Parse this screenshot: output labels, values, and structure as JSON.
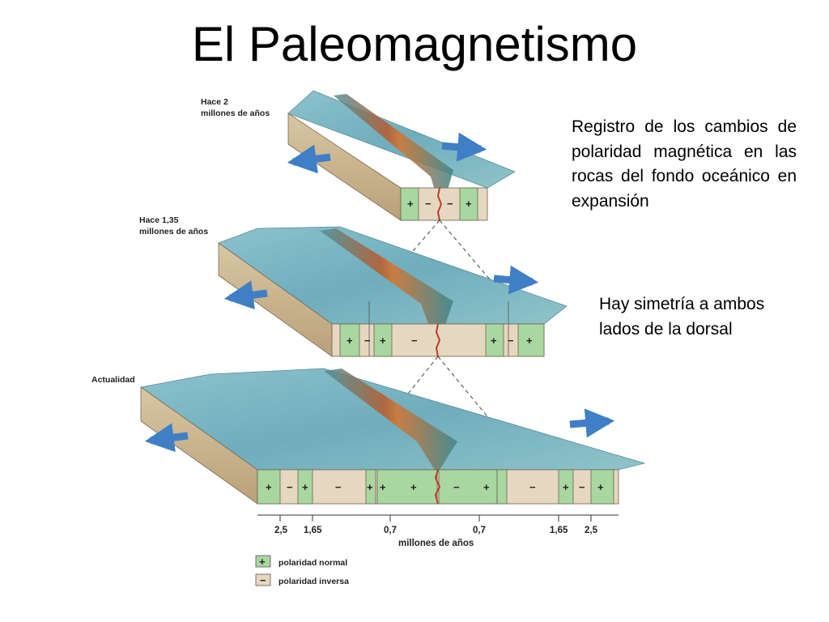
{
  "title": "El Paleomagnetismo",
  "description_1": "Registro de los cambios de polaridad magnética en las rocas del fondo oceánico en expansión",
  "description_2": "Hay simetría a ambos lados de la dorsal",
  "stages": [
    {
      "label_line1": "Hace 2",
      "label_line2": "millones de años",
      "bands": [
        {
          "sign": "+",
          "polarity": "normal"
        },
        {
          "sign": "−",
          "polarity": "inversa"
        },
        {
          "sign": "−",
          "polarity": "inversa"
        },
        {
          "sign": "+",
          "polarity": "normal"
        }
      ]
    },
    {
      "label_line1": "Hace 1,35",
      "label_line2": "millones de años",
      "bands": [
        {
          "sign": "+",
          "polarity": "normal"
        },
        {
          "sign": "−",
          "polarity": "inversa"
        },
        {
          "sign": "+",
          "polarity": "normal"
        },
        {
          "sign": "−",
          "polarity": "inversa"
        },
        {
          "sign": "+",
          "polarity": "normal"
        },
        {
          "sign": "−",
          "polarity": "inversa"
        },
        {
          "sign": "+",
          "polarity": "normal"
        }
      ]
    },
    {
      "label_line1": "Actualidad",
      "label_line2": "",
      "bands": [
        {
          "sign": "+",
          "polarity": "normal"
        },
        {
          "sign": "−",
          "polarity": "inversa"
        },
        {
          "sign": "+",
          "polarity": "normal"
        },
        {
          "sign": "−",
          "polarity": "inversa"
        },
        {
          "sign": "+",
          "polarity": "normal"
        },
        {
          "sign": "+",
          "polarity": "normal"
        },
        {
          "sign": "+",
          "polarity": "normal"
        },
        {
          "sign": "−",
          "polarity": "inversa"
        },
        {
          "sign": "+",
          "polarity": "normal"
        },
        {
          "sign": "−",
          "polarity": "inversa"
        },
        {
          "sign": "+",
          "polarity": "normal"
        },
        {
          "sign": "−",
          "polarity": "inversa"
        },
        {
          "sign": "+",
          "polarity": "normal"
        }
      ]
    }
  ],
  "scale": {
    "ticks": [
      "2,5",
      "1,65",
      "0,7",
      "0,7",
      "1,65",
      "2,5"
    ],
    "label": "millones de años"
  },
  "legend": [
    {
      "sign": "+",
      "text": "polaridad normal"
    },
    {
      "sign": "−",
      "text": "polaridad inversa"
    }
  ],
  "colors": {
    "normal": "#a8d7a0",
    "inversa": "#e6d8c0",
    "ocean": "#7fb6c4",
    "arrow": "#3f7fc6"
  }
}
